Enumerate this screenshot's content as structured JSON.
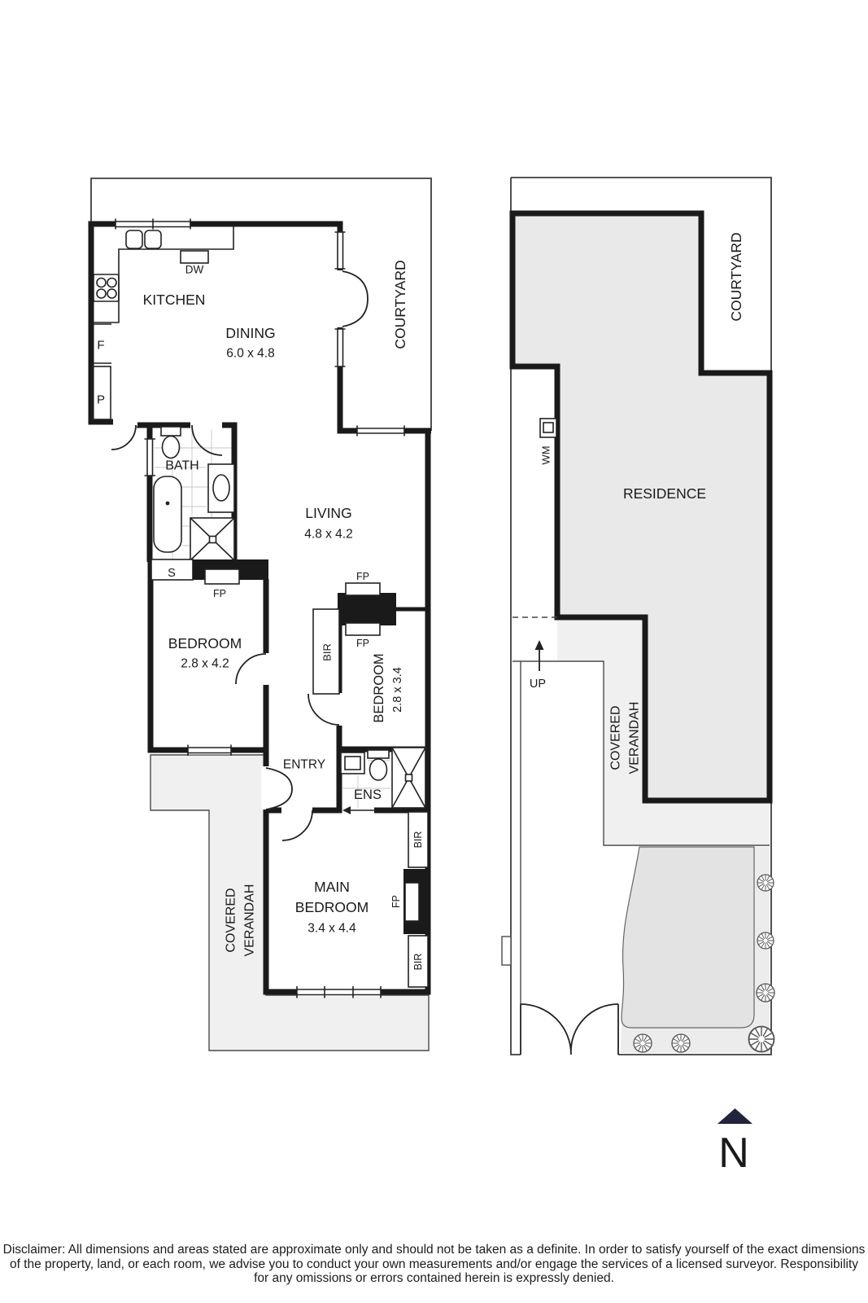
{
  "ground_floor": {
    "kitchen": {
      "label": "KITCHEN"
    },
    "dining": {
      "label": "DINING",
      "dim": "6.0 x 4.8"
    },
    "courtyard": {
      "label": "COURTYARD"
    },
    "bath": {
      "label": "BATH"
    },
    "living": {
      "label": "LIVING",
      "dim": "4.8 x 4.2"
    },
    "bedroom1": {
      "label": "BEDROOM",
      "dim": "2.8 x 4.2"
    },
    "bedroom2": {
      "label": "BEDROOM",
      "dim": "2.8 x 3.4"
    },
    "entry": {
      "label": "ENTRY"
    },
    "ens": {
      "label": "ENS"
    },
    "main_bedroom": {
      "line1": "MAIN",
      "line2": "BEDROOM",
      "dim": "3.4 x 4.4"
    },
    "verandah": {
      "line1": "COVERED",
      "line2": "VERANDAH"
    },
    "fixtures": {
      "dw": "DW",
      "fridge": "F",
      "pantry": "P",
      "store": "S",
      "fp": "FP",
      "bir": "BIR"
    }
  },
  "site_plan": {
    "residence": "RESIDENCE",
    "courtyard": "COURTYARD",
    "verandah": {
      "line1": "COVERED",
      "line2": "VERANDAH"
    },
    "wm": "WM",
    "up": "UP"
  },
  "compass": {
    "north": "N"
  },
  "disclaimer": {
    "line1": "Disclaimer: All dimensions and areas stated are approximate only and should not be taken as a definite. In order to satisfy yourself of the exact dimensions",
    "line2": "of the property, land, or each room, we advise you to conduct your own measurements and/or engage the services of a licensed surveyor. Responsibility",
    "line3": "for any omissions or errors contained herein is expressly denied."
  },
  "colors": {
    "wall": "#1a1a1a",
    "residence_fill": "#e9e9e9",
    "verandah_fill": "#f0f0f0",
    "driveway_fill": "#e3e3e3",
    "garden_fill": "#ececec",
    "compass": "#23233b"
  }
}
